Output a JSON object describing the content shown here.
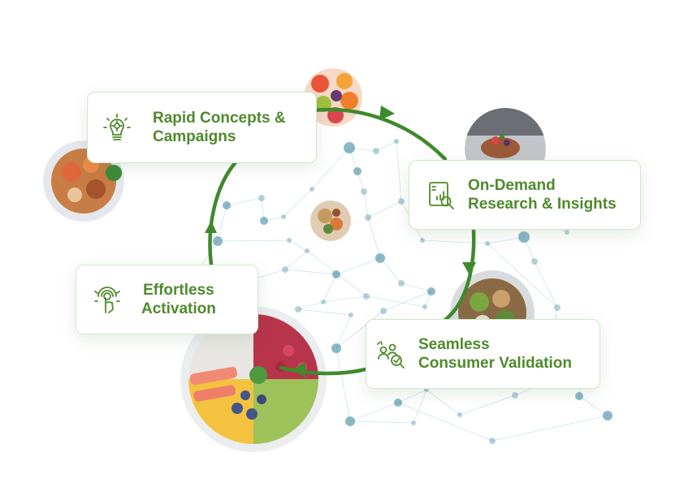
{
  "colors": {
    "accent": "#4e8a2c",
    "arrow": "#3f8a2c",
    "card_border": "#cfe8c8",
    "node": "#2e7f96"
  },
  "cycle": {
    "steps": [
      {
        "lines": [
          "Rapid Concepts &",
          "Campaigns"
        ],
        "icon": "lightbulb-gear-icon"
      },
      {
        "lines": [
          "On-Demand",
          "Research & Insights"
        ],
        "icon": "research-report-icon"
      },
      {
        "lines": [
          "Seamless",
          "Consumer Validation"
        ],
        "icon": "consumer-validation-icon"
      },
      {
        "lines": [
          "Effortless",
          "Activation"
        ],
        "icon": "touch-activation-icon"
      }
    ]
  },
  "images": [
    {
      "icon": "fruit-bowl-image"
    },
    {
      "icon": "shrimp-bowl-image"
    },
    {
      "icon": "dessert-plate-image"
    },
    {
      "icon": "noodle-bowl-image"
    },
    {
      "icon": "salad-bowl-image"
    },
    {
      "icon": "smoothie-bowl-image"
    }
  ]
}
